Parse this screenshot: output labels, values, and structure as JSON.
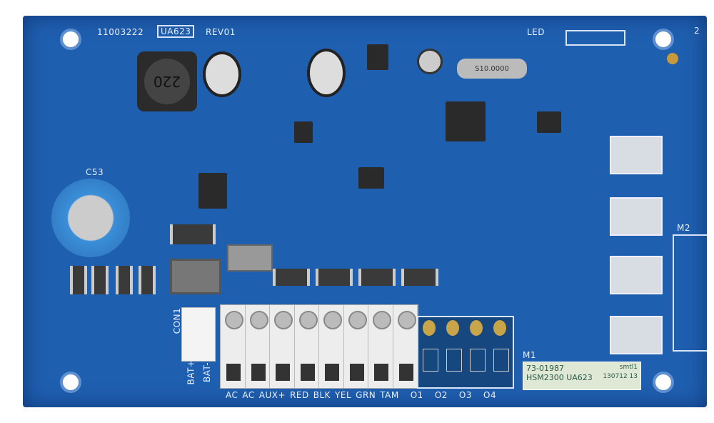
{
  "board": {
    "part_number": "11003222",
    "model": "UA623",
    "revision": "REV01",
    "led_label": "LED",
    "corner_label": "2",
    "inductor_marking": "220",
    "crystal_marking": "S10.0000",
    "capacitor_label": "C53",
    "connector_label": "CON1",
    "bat_plus": "BAT+",
    "bat_minus": "BAT-",
    "m1_label": "M1",
    "m2_label": "M2",
    "terminals": [
      "AC",
      "AC",
      "AUX+",
      "RED",
      "BLK",
      "YEL",
      "GRN",
      "TAM"
    ],
    "outputs": [
      "O1",
      "O2",
      "O3",
      "O4"
    ],
    "sticker": {
      "line1": "73-01987",
      "code": "smtl1",
      "line2": "HSM2300 UA623",
      "date": "130712 13"
    }
  },
  "colors": {
    "pcb": "#1f5fb0",
    "silk": "#e8f0ff",
    "terminal": "#ededed"
  }
}
